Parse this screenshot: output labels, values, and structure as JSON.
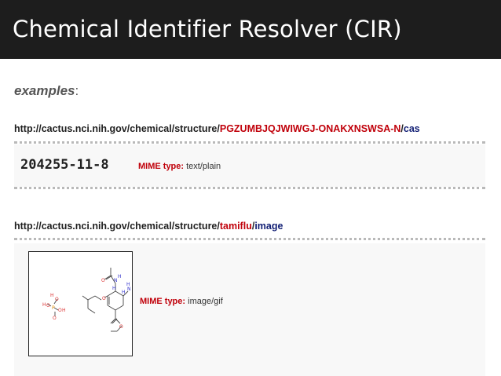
{
  "slide": {
    "title": "Chemical Identifier Resolver (CIR)",
    "examples_label": "examples",
    "examples_colon": ":"
  },
  "example1": {
    "url_base": "http://cactus.nci.nih.gov/chemical/structure/",
    "identifier": "PGZUMBJQJWIWGJ-ONAKXNSWSA-N",
    "separator": "/",
    "representation": "cas",
    "result_value": "204255-11-8",
    "mime_label": "MIME type:",
    "mime_value": "text/plain"
  },
  "example2": {
    "url_base": "http://cactus.nci.nih.gov/chemical/structure/",
    "identifier": "tamiflu",
    "separator": "/",
    "representation": "image",
    "mime_label": "MIME type:",
    "mime_value": "image/gif",
    "structure_labels": {
      "o1": "O",
      "h1": "H",
      "p": "P",
      "o2": "O",
      "h2": "H",
      "o3": "O",
      "h3": "H",
      "o4": "O",
      "o5": "O",
      "n1": "N",
      "h4": "H",
      "h5": "H",
      "n2": "N",
      "h6": "H",
      "h7": "H",
      "o6": "O",
      "o7": "O"
    }
  },
  "colors": {
    "title_bar": "#1d1d1d",
    "identifier": "#c0000a",
    "representation": "#111e74",
    "mime_key": "#c0000a",
    "dots": "#b9b9b9",
    "result_bg": "#f8f8f8"
  }
}
